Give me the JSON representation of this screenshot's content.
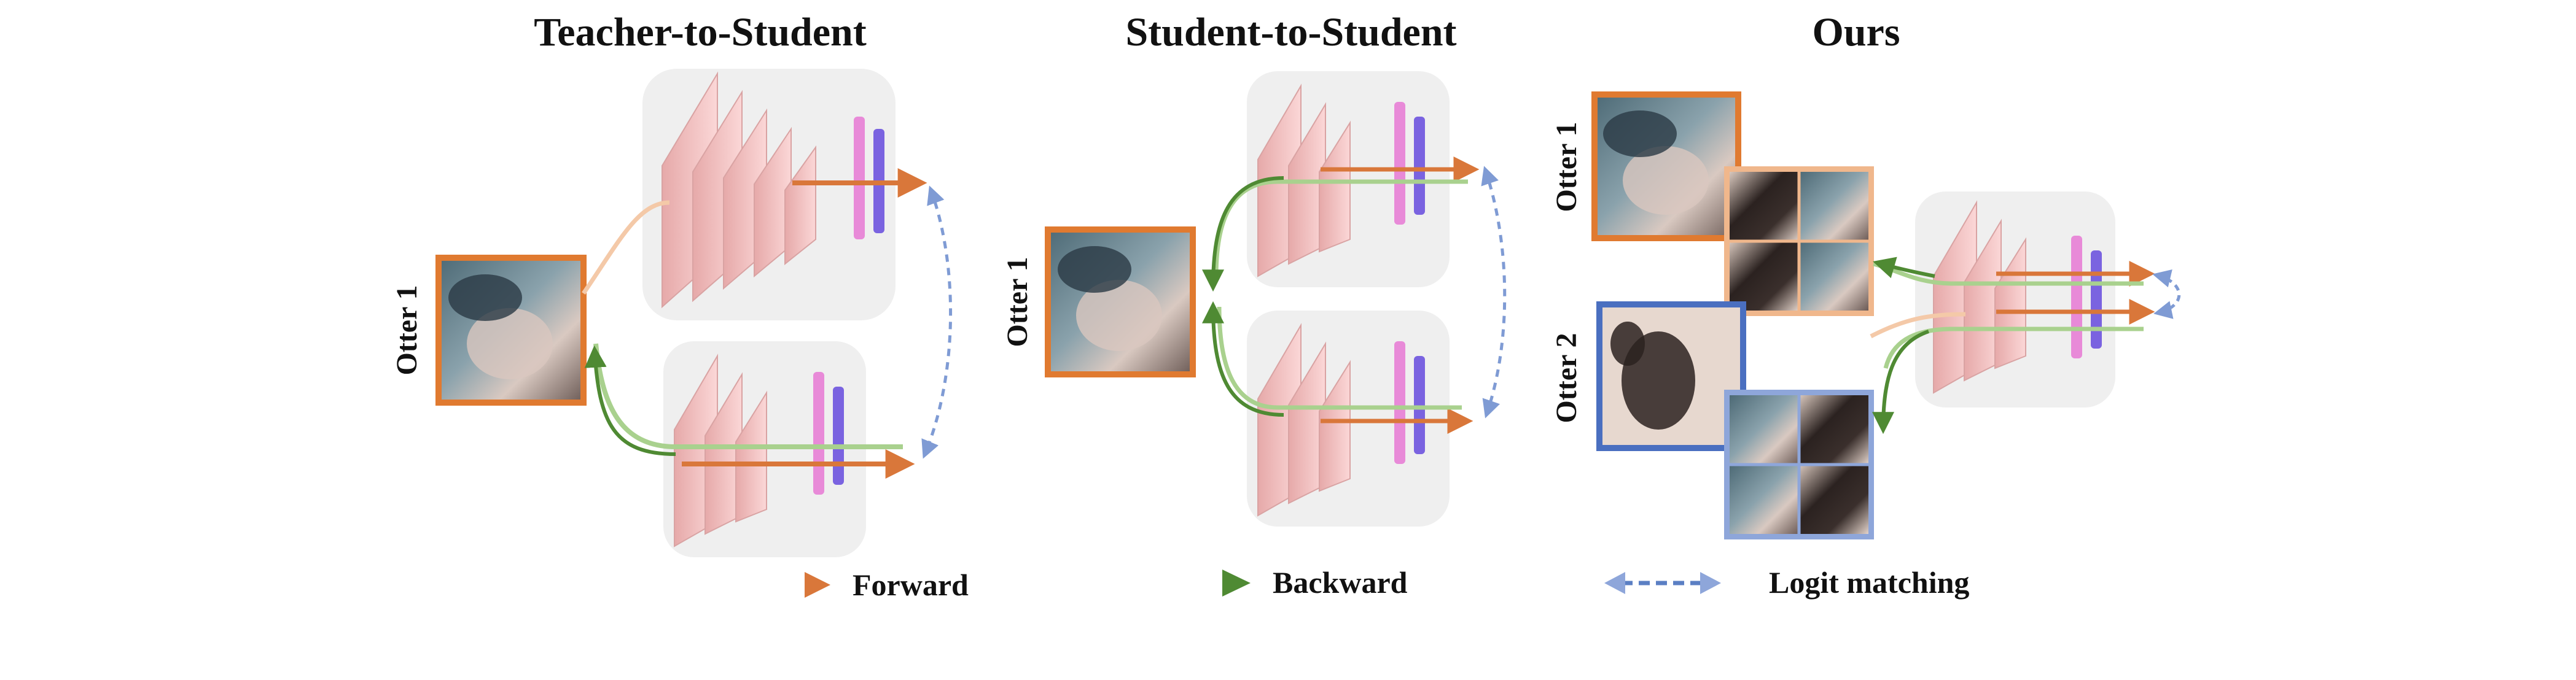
{
  "panels": {
    "teacher_to_student": {
      "title": "Teacher-to-Student",
      "image_label": "Otter 1"
    },
    "student_to_student": {
      "title": "Student-to-Student",
      "image_label": "Otter 1"
    },
    "ours": {
      "title": "Ours",
      "label_top": "Otter 1",
      "label_bottom": "Otter 2"
    }
  },
  "legend": {
    "forward": "Forward",
    "backward": "Backward",
    "logit": "Logit matching"
  },
  "colors": {
    "forward": "#d9773a",
    "backward": "#5a8f3c",
    "backward_light": "#a9d18e",
    "logit": "#5b7fc4",
    "frame_orange": "#e07a30",
    "frame_blue": "#4a6fc0",
    "network_bg": "#efefef",
    "layer_pink": "#f7c9c9",
    "head_magenta": "#e88ad8",
    "head_purple": "#7a63e0"
  }
}
